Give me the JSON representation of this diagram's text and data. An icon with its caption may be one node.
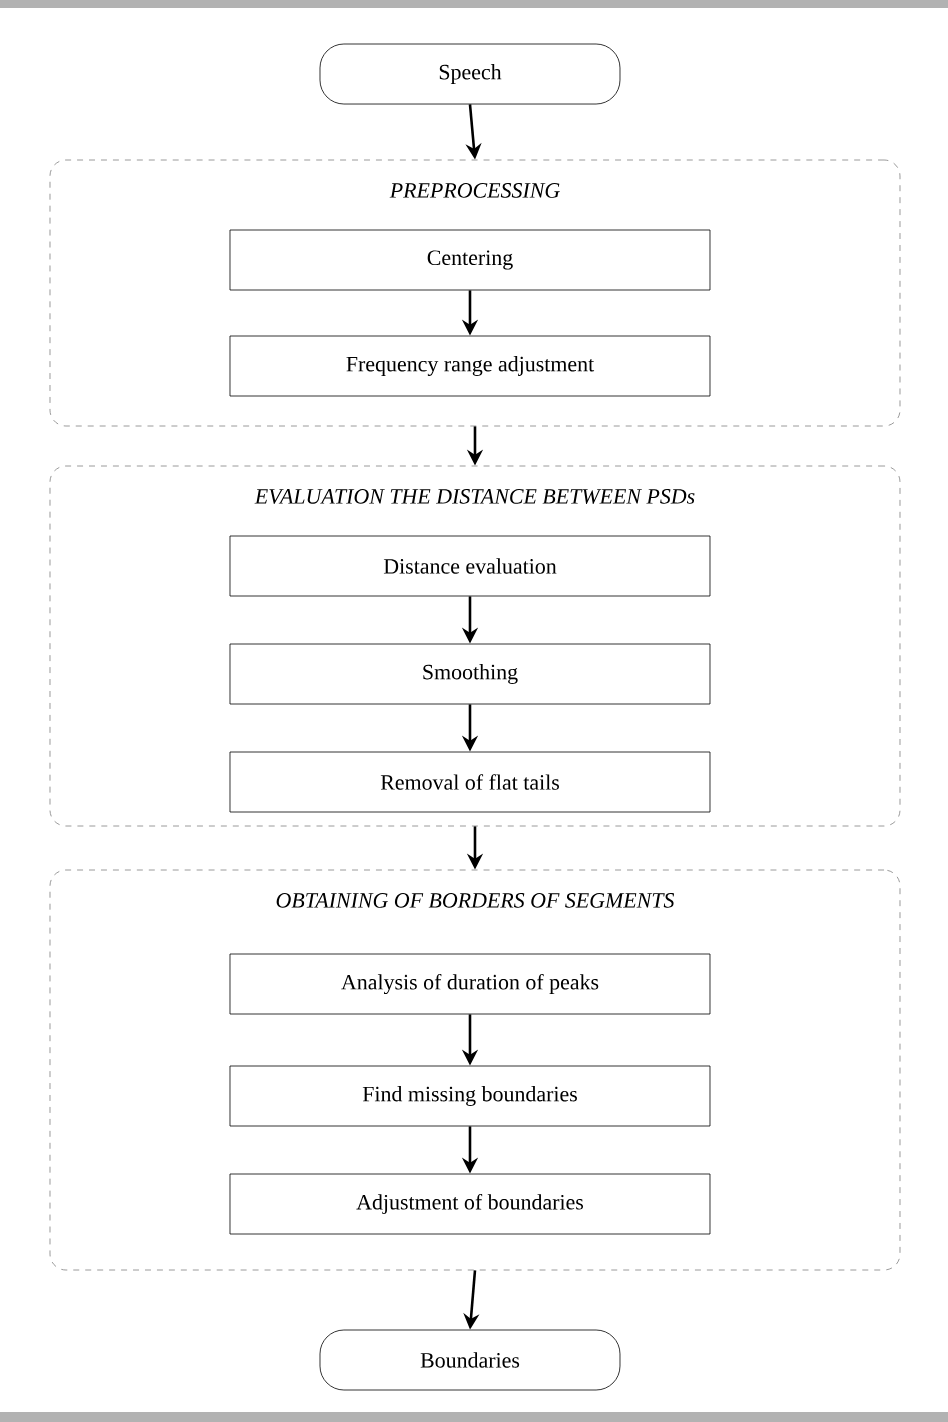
{
  "diagram": {
    "nodes": [
      {
        "text": [
          "Speech"
        ]
      },
      {
        "text": [
          "PREPROCESSING"
        ]
      },
      {
        "text": [
          "Centering"
        ],
        "in": 1
      },
      {
        "text": [
          "Frequency range adjustment"
        ],
        "in": 1
      },
      {
        "text": [
          "EVALUATION THE DISTANCE BETWEEN PSDs"
        ]
      },
      {
        "text": [
          "Distance evaluation"
        ],
        "in": 4
      },
      {
        "text": [
          "Smoothing"
        ],
        "in": 4
      },
      {
        "text": [
          "Removal of flat tails"
        ],
        "in": 4
      },
      {
        "text": [
          "OBTAINING OF BORDERS OF SEGMENTS"
        ]
      },
      {
        "text": [
          "Analysis of duration of peaks"
        ],
        "in": 8
      },
      {
        "text": [
          "Find missing boundaries"
        ],
        "in": 8
      },
      {
        "text": [
          "Adjustment of boundaries"
        ],
        "in": 8
      },
      {
        "text": [
          "Boundaries"
        ]
      }
    ],
    "edges": [
      {
        "from": 0,
        "to": 1,
        "arrow": "to"
      },
      {
        "from": 2,
        "to": 3,
        "arrow": "to"
      },
      {
        "from": 1,
        "to": 4,
        "arrow": "to"
      },
      {
        "from": 5,
        "to": 6,
        "arrow": "to"
      },
      {
        "from": 6,
        "to": 7,
        "arrow": "to"
      },
      {
        "from": 4,
        "to": 8,
        "arrow": "to"
      },
      {
        "from": 9,
        "to": 10,
        "arrow": "to"
      },
      {
        "from": 10,
        "to": 11,
        "arrow": "to"
      },
      {
        "from": 8,
        "to": 12,
        "arrow": "to"
      }
    ]
  }
}
